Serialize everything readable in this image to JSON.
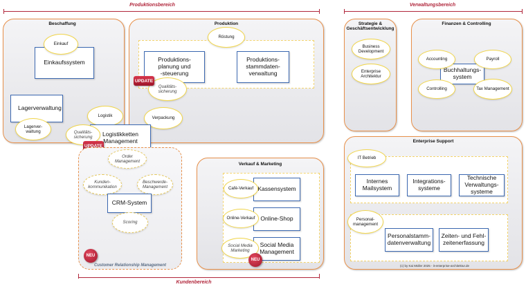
{
  "brackets": {
    "produktion": "Produktionsbereich",
    "verwaltung": "Verwaltungsbereich",
    "kunden": "Kundenbereich"
  },
  "areas": {
    "beschaffung": {
      "title": "Beschaffung",
      "einkauf": "Einkauf",
      "einkaufssystem": "Einkaufssystem",
      "lagerverwaltung": "Lagerverwaltung",
      "lagerverwaltung_oval": "Lagerver-\nwaltung"
    },
    "produktion": {
      "title": "Produktion",
      "roestung": "Röstung",
      "planung": "Produktions-\nplanung und\n-steuerung",
      "stammdaten": "Produktions-\nstammdaten-\nverwaltung",
      "update": "UPDATE",
      "qualitaet": "Qualitäts-\nsicherung",
      "verpackung": "Verpackung"
    },
    "logistik": {
      "logistik": "Logistik",
      "qualitaet": "Qualitäts-\nsicherung",
      "management": "Logistikketten\nManagement",
      "update": "UPDATE"
    },
    "crm": {
      "order": "Order\nManagement",
      "kunden": "Kunden-\nkommunikation",
      "beschwerde": "Beschwerde-\nManagement",
      "system": "CRM-System",
      "scoring": "Scoring",
      "neu": "NEU",
      "label": "Customer Relationship Management"
    },
    "verkauf": {
      "title": "Verkauf & Marketing",
      "cafe": "Café-Verkauf",
      "kassensystem": "Kassensystem",
      "online": "Online-Verkauf",
      "onlineshop": "Online-Shop",
      "social_oval": "Social Media\nMarketing",
      "social_box": "Social Media\nManagement",
      "neu": "NEU"
    },
    "strategie": {
      "title": "Strategie &\nGeschäftsentwicklung",
      "bd": "Business\nDevelopment",
      "ea": "Enterprise\nArchitektur"
    },
    "finanzen": {
      "title": "Finanzen & Controlling",
      "accounting": "Accounting",
      "payroll": "Payroll",
      "system": "Buchhaltungs-\nsystem",
      "controlling": "Controlling",
      "tax": "Tax Management"
    },
    "support": {
      "title": "Enterprise Support",
      "it": "IT Betrieb",
      "mail": "Internes\nMailsystem",
      "integration": "Integrations-\nsysteme",
      "technik": "Technische\nVerwaltungs-\nsysteme",
      "personal": "Personal-\nmanagement",
      "stamm": "Personalstamm-\ndatenverwaltung",
      "zeiten": "Zeiten- und Fehl-\nzeitenerfassung",
      "copyright": "(c) by Kai Müller 2025 - it-enterprise-architektur.de"
    }
  }
}
